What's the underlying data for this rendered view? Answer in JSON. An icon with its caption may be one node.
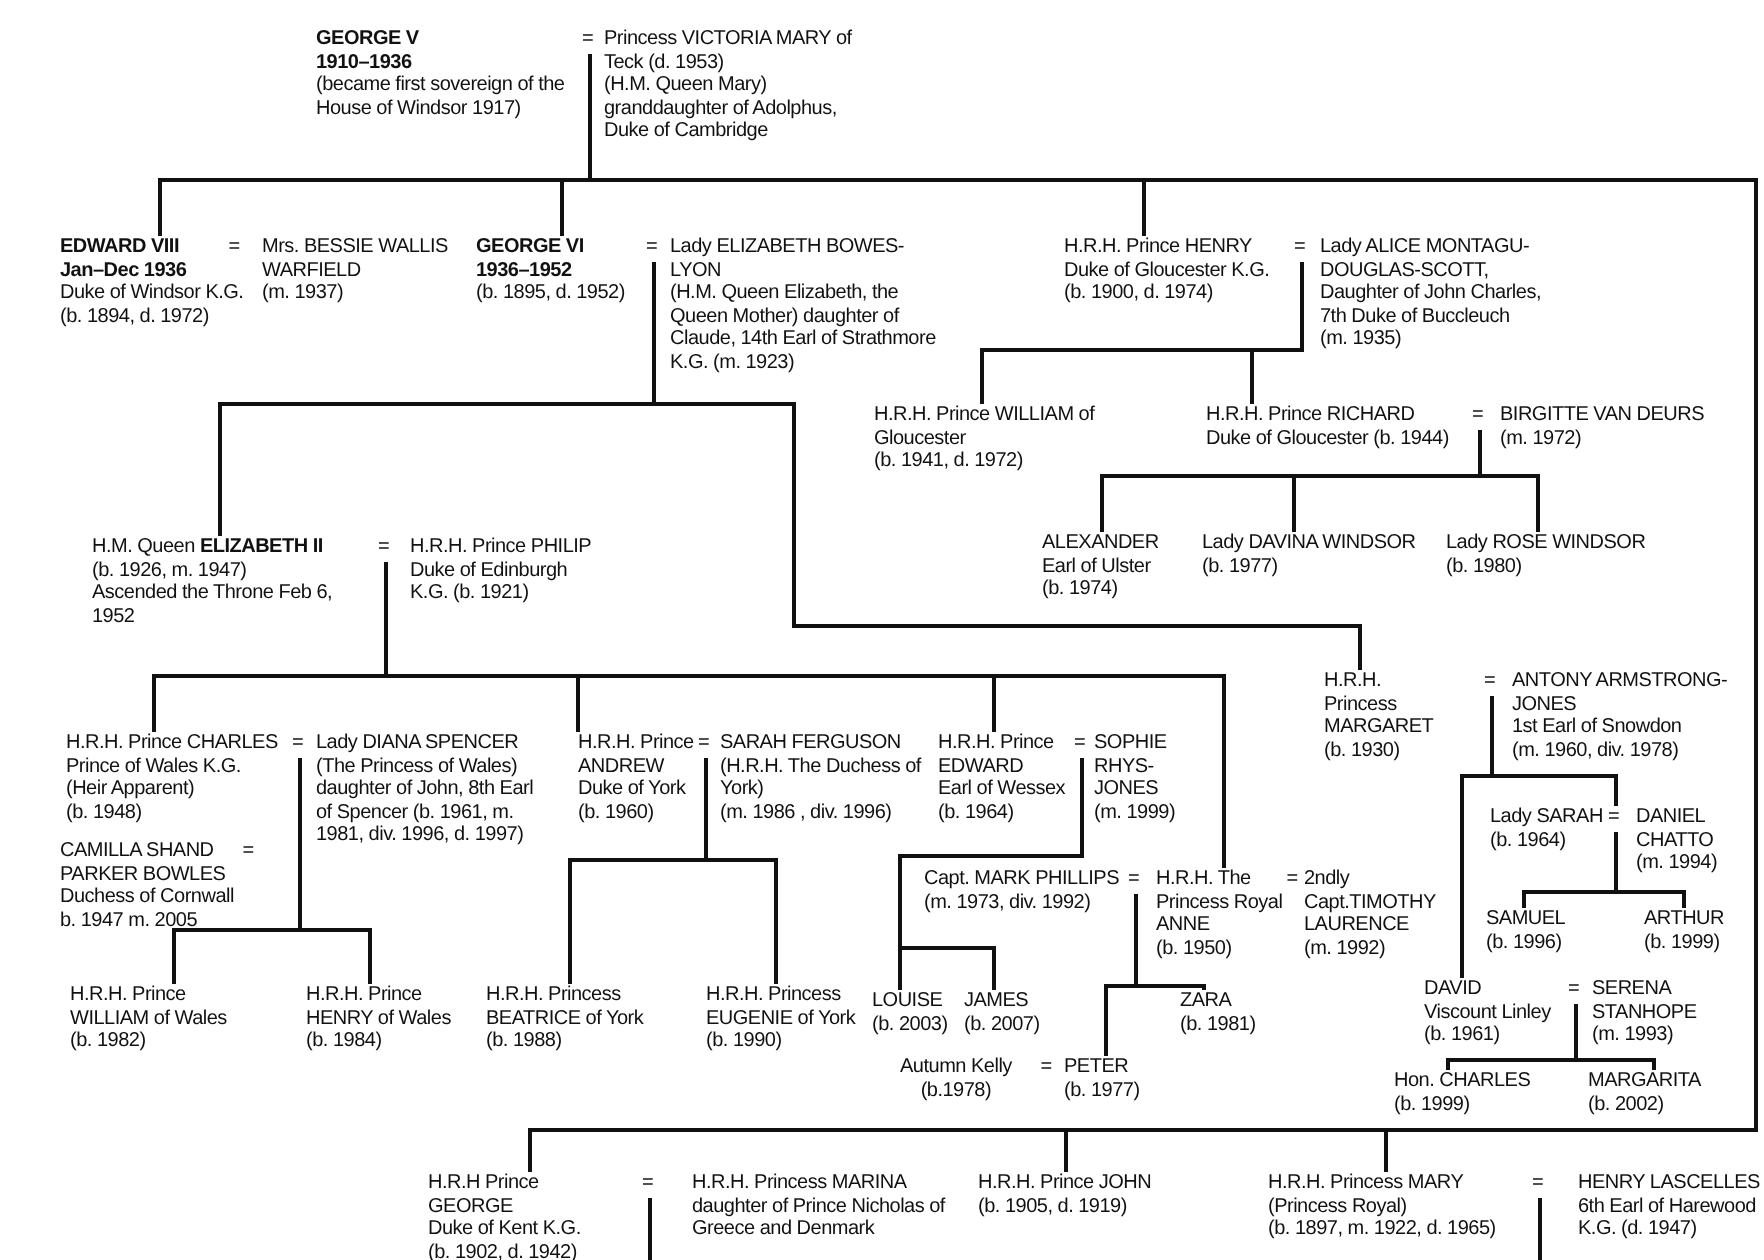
{
  "diagram": {
    "nodes": [
      {
        "text": [
          "GEORGE V",
          "1910–1936",
          "(became first sovereign of the House of Windsor 1917)"
        ]
      },
      {
        "text": [
          "="
        ]
      },
      {
        "text": [
          "Princess VICTORIA MARY of Teck (d. 1953)",
          "(H.M. Queen Mary)",
          "granddaughter of Adolphus, Duke of Cambridge"
        ]
      },
      {
        "text": [
          "EDWARD VIII",
          "Jan–Dec 1936",
          "Duke of Windsor K.G. (b. 1894, d. 1972)"
        ]
      },
      {
        "text": [
          "Mrs. BESSIE WALLIS WARFIELD",
          "(m. 1937)"
        ]
      },
      {
        "text": [
          "GEORGE VI",
          "1936–1952",
          "(b. 1895, d. 1952)"
        ]
      },
      {
        "text": [
          "="
        ]
      },
      {
        "text": [
          "Lady ELIZABETH BOWES-LYON",
          "(H.M. Queen Elizabeth, the Queen Mother) daughter of Claude, 14th Earl of Strathmore K.G. (m. 1923)"
        ]
      },
      {
        "text": [
          "H.R.H. Prince HENRY",
          "Duke of Gloucester K.G.",
          "(b. 1900, d. 1974)"
        ]
      },
      {
        "text": [
          "="
        ]
      },
      {
        "text": [
          "Lady ALICE MONTAGU-DOUGLAS-SCOTT,",
          "Daughter of John Charles, 7th Duke of Buccleuch",
          "(m. 1935)"
        ]
      },
      {
        "text": [
          "H.R.H. Prince WILLIAM of Gloucester",
          "(b. 1941, d. 1972)"
        ]
      },
      {
        "text": [
          "H.R.H. Prince RICHARD",
          "Duke of Gloucester (b. 1944)"
        ]
      },
      {
        "text": [
          "="
        ]
      },
      {
        "text": [
          "BIRGITTE VAN DEURS",
          "(m. 1972)"
        ]
      },
      {
        "text": [
          "ALEXANDER",
          "Earl of Ulster",
          "(b. 1974)"
        ]
      },
      {
        "text": [
          "Lady DAVINA WINDSOR",
          "(b. 1977)"
        ]
      },
      {
        "text": [
          "Lady ROSE WINDSOR",
          "(b. 1980)"
        ]
      },
      {
        "text": [
          "H.M. Queen **ELIZABETH II**",
          "(b. 1926, m. 1947)",
          "Ascended the Throne Feb 6, 1952"
        ]
      },
      {
        "text": [
          "="
        ]
      },
      {
        "text": [
          "H.R.H. Prince PHILIP",
          "Duke of Edinburgh K.G. (b. 1921)"
        ]
      },
      {
        "text": [
          "H.R.H. Princess MARGARET",
          "(b. 1930)"
        ]
      },
      {
        "text": [
          "="
        ]
      },
      {
        "text": [
          "ANTONY ARMSTRONG-JONES",
          "1st Earl of Snowdon",
          "(m. 1960, div. 1978)"
        ]
      },
      {
        "text": [
          "H.R.H. Prince CHARLES",
          "Prince of Wales K.G.",
          "(Heir Apparent)",
          "(b. 1948)"
        ]
      },
      {
        "text": [
          "="
        ]
      },
      {
        "text": [
          "Lady DIANA SPENCER",
          "(The Princess of Wales) daughter of John, 8th Earl of Spencer (b. 1961, m. 1981, div. 1996, d. 1997)"
        ]
      },
      {
        "text": [
          "CAMILLA SHAND",
          "PARKER BOWLES",
          "Duchess of Cornwall",
          "b. 1947 m. 2005"
        ]
      },
      {
        "text": [
          "H.R.H. Prince ANDREW",
          "Duke of York",
          "(b. 1960)"
        ]
      },
      {
        "text": [
          "="
        ]
      },
      {
        "text": [
          "SARAH FERGUSON",
          "(H.R.H. The Duchess of York)",
          "(m. 1986 , div. 1996)"
        ]
      },
      {
        "text": [
          "H.R.H. Prince EDWARD",
          "Earl of Wessex",
          "(b. 1964)"
        ]
      },
      {
        "text": [
          "="
        ]
      },
      {
        "text": [
          "SOPHIE RHYS-JONES",
          "(m. 1999)"
        ]
      },
      {
        "text": [
          "Lady SARAH",
          "(b. 1964)"
        ]
      },
      {
        "text": [
          "="
        ]
      },
      {
        "text": [
          "DANIEL CHATTO",
          "(m. 1994)"
        ]
      },
      {
        "text": [
          "Capt. MARK PHILLIPS",
          "(m. 1973, div. 1992)"
        ]
      },
      {
        "text": [
          "="
        ]
      },
      {
        "text": [
          "H.R.H. The Princess Royal ANNE",
          "(b. 1950)"
        ]
      },
      {
        "text": [
          "2ndly Capt.TIMOTHY LAURENCE",
          "(m. 1992)"
        ]
      },
      {
        "text": [
          "SAMUEL",
          "(b. 1996)"
        ]
      },
      {
        "text": [
          "ARTHUR",
          "(b. 1999)"
        ]
      },
      {
        "text": [
          "H.R.H. Prince WILLIAM of Wales",
          "(b. 1982)"
        ]
      },
      {
        "text": [
          "H.R.H. Prince HENRY of Wales",
          "(b. 1984)"
        ]
      },
      {
        "text": [
          "H.R.H. Princess BEATRICE of York",
          "(b. 1988)"
        ]
      },
      {
        "text": [
          "H.R.H. Princess EUGENIE of York",
          "(b. 1990)"
        ]
      },
      {
        "text": [
          "LOUISE",
          "(b. 2003)"
        ]
      },
      {
        "text": [
          "JAMES",
          "(b. 2007)"
        ]
      },
      {
        "text": [
          "DAVID",
          "Viscount Linley",
          "(b. 1961)"
        ]
      },
      {
        "text": [
          "="
        ]
      },
      {
        "text": [
          "SERENA STANHOPE",
          "(m. 1993)"
        ]
      },
      {
        "text": [
          "ZARA",
          "(b. 1981)"
        ]
      },
      {
        "text": [
          "Autumn Kelly",
          "(b.1978)"
        ]
      },
      {
        "text": [
          "PETER",
          "(b. 1977)"
        ]
      },
      {
        "text": [
          "Hon. CHARLES",
          "(b. 1999)"
        ]
      },
      {
        "text": [
          "MARGARITA",
          "(b. 2002)"
        ]
      },
      {
        "text": [
          "H.R.H Prince GEORGE",
          "Duke of Kent K.G.",
          "(b. 1902, d. 1942)"
        ]
      },
      {
        "text": [
          "="
        ]
      },
      {
        "text": [
          "H.R.H. Princess MARINA",
          "daughter of Prince Nicholas of Greece and Denmark"
        ]
      },
      {
        "text": [
          "H.R.H. Prince JOHN",
          "(b. 1905, d. 1919)"
        ]
      },
      {
        "text": [
          "H.R.H. Princess MARY",
          "(Princess Royal)",
          "(b. 1897, m. 1922, d. 1965)"
        ]
      },
      {
        "text": [
          "="
        ]
      },
      {
        "text": [
          "HENRY LASCELLES",
          "6th Earl of Harewood",
          "K.G. (d. 1947)"
        ]
      }
    ],
    "edges": [
      {
        "from": 1,
        "to": 3,
        "arrow": "none"
      },
      {
        "from": 1,
        "to": 5,
        "arrow": "none"
      },
      {
        "from": 1,
        "to": 8,
        "arrow": "none"
      },
      {
        "from": 6,
        "to": 18,
        "arrow": "none"
      },
      {
        "from": 6,
        "to": 21,
        "arrow": "none"
      },
      {
        "from": 9,
        "to": 11,
        "arrow": "none"
      },
      {
        "from": 9,
        "to": 12,
        "arrow": "none"
      },
      {
        "from": 13,
        "to": 15,
        "arrow": "none"
      },
      {
        "from": 13,
        "to": 16,
        "arrow": "none"
      },
      {
        "from": 13,
        "to": 17,
        "arrow": "none"
      },
      {
        "from": 19,
        "to": 24,
        "arrow": "none"
      },
      {
        "from": 19,
        "to": 28,
        "arrow": "none"
      },
      {
        "from": 19,
        "to": 31,
        "arrow": "none"
      },
      {
        "from": 19,
        "to": 39,
        "arrow": "none"
      },
      {
        "from": 22,
        "to": 34,
        "arrow": "none"
      },
      {
        "from": 22,
        "to": 49,
        "arrow": "none"
      },
      {
        "from": 25,
        "to": 43,
        "arrow": "none"
      },
      {
        "from": 25,
        "to": 44,
        "arrow": "none"
      },
      {
        "from": 29,
        "to": 45,
        "arrow": "none"
      },
      {
        "from": 29,
        "to": 46,
        "arrow": "none"
      },
      {
        "from": 32,
        "to": 47,
        "arrow": "none"
      },
      {
        "from": 32,
        "to": 48,
        "arrow": "none"
      },
      {
        "from": 35,
        "to": 41,
        "arrow": "none"
      },
      {
        "from": 35,
        "to": 42,
        "arrow": "none"
      },
      {
        "from": 38,
        "to": 54,
        "arrow": "none"
      },
      {
        "from": 38,
        "to": 52,
        "arrow": "none"
      },
      {
        "from": 50,
        "to": 55,
        "arrow": "none"
      },
      {
        "from": 50,
        "to": 56,
        "arrow": "none"
      },
      {
        "from": 1,
        "to": 57,
        "arrow": "none"
      },
      {
        "from": 1,
        "to": 60,
        "arrow": "none"
      },
      {
        "from": 1,
        "to": 61,
        "arrow": "none"
      },
      {
        "from": 58,
        "to": null,
        "arrow": "none"
      },
      {
        "from": 62,
        "to": null,
        "arrow": "none"
      }
    ],
    "labels": [
      "=",
      "=",
      "=",
      "="
    ]
  }
}
